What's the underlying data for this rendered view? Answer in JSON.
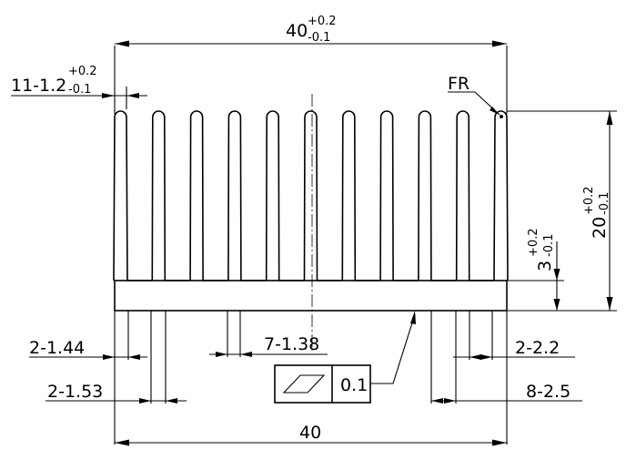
{
  "drawing": {
    "dimensions": {
      "overall_width_tol": {
        "nominal": "40",
        "upper": "+0.2",
        "lower": "-0.1"
      },
      "fin_thickness_tip": {
        "prefix": "11-1.2",
        "upper": "+0.2",
        "lower": "-0.1"
      },
      "fin_root_radius": {
        "label": "FR"
      },
      "overall_height": {
        "nominal": "20",
        "upper": "+0.2",
        "lower": "-0.1"
      },
      "base_thickness": {
        "nominal": "3",
        "upper": "+0.2",
        "lower": "-0.1"
      },
      "outer_fin_thickness_a": {
        "label": "2-1.44"
      },
      "outer_fin_thickness_b": {
        "label": "2-1.53"
      },
      "inner_fin_thickness": {
        "label": "7-1.38"
      },
      "edge_gap": {
        "label": "2-2.2"
      },
      "fin_gap": {
        "label": "8-2.5"
      },
      "overall_width": {
        "label": "40"
      }
    },
    "flatness_tolerance": {
      "symbol": "flatness-icon",
      "value": "0.1"
    }
  }
}
